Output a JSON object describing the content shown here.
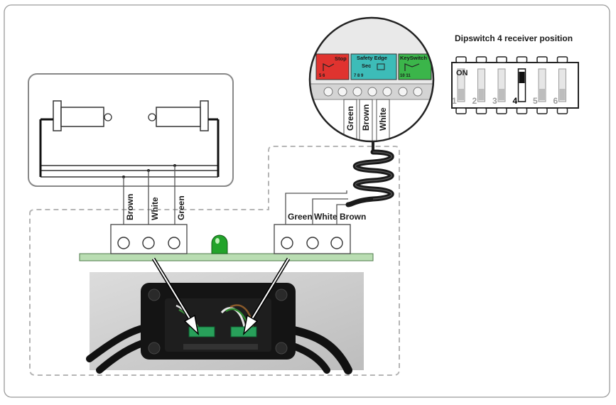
{
  "dipswitch": {
    "title": "Dipswitch 4 receiver position",
    "on_label": "ON",
    "numbers": [
      "1",
      "2",
      "3",
      "4",
      "5",
      "6"
    ],
    "active_index": 3,
    "active_number": "4"
  },
  "magnifier": {
    "stop_label": "Stop",
    "stop_terminals": "5  6",
    "safety_label": "Safety Edge",
    "sec_label": "Sec",
    "safety_terminals": "7   8  9",
    "keyswitch_label": "KeySwitch",
    "keyswitch_terminals": "10  11",
    "wire_labels": [
      "Green",
      "Brown",
      "White"
    ]
  },
  "left_wires": [
    "Brown",
    "White",
    "Green"
  ],
  "right_wires": [
    "Green",
    "White",
    "Brown"
  ],
  "colors": {
    "stop": "#e0332f",
    "safety": "#3dbcb8",
    "keyswitch": "#3bb54a",
    "pcb": "#b9ddb2",
    "led": "#22a32a",
    "terminal_green": "#28a05a"
  }
}
